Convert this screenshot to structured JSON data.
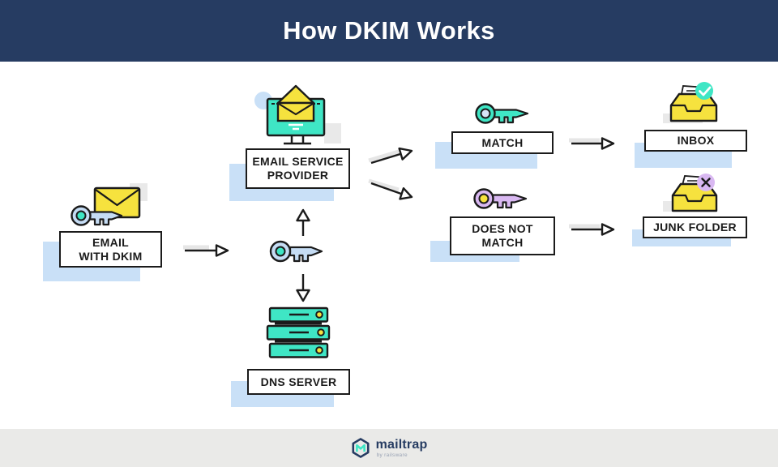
{
  "header": {
    "title": "How DKIM Works"
  },
  "nodes": {
    "email_with_dkim": {
      "line1": "EMAIL",
      "line2": "WITH DKIM"
    },
    "email_service_provider": {
      "line1": "EMAIL SERVICE",
      "line2": "PROVIDER"
    },
    "dns_server": {
      "label": "DNS SERVER"
    },
    "match": {
      "label": "MATCH"
    },
    "does_not_match": {
      "line1": "DOES NOT",
      "line2": "MATCH"
    },
    "inbox": {
      "label": "INBOX"
    },
    "junk_folder": {
      "label": "JUNK FOLDER"
    }
  },
  "footer": {
    "brand": "mailtrap",
    "byline": "by railsware"
  },
  "colors": {
    "navy": "#263c62",
    "blue": "#c9e0f7",
    "mint": "#3fe6c5",
    "yellow": "#f6e23e",
    "lavender": "#d9b8f2",
    "keyblue": "#c5dcf4",
    "gray": "#e9e9e9",
    "ink": "#1b1b1b",
    "footer_bg": "#eaeae8",
    "shadow": "#e6e6e6",
    "inner_blue": "#d6e4f7",
    "byline_gray": "#9aa3b5"
  }
}
